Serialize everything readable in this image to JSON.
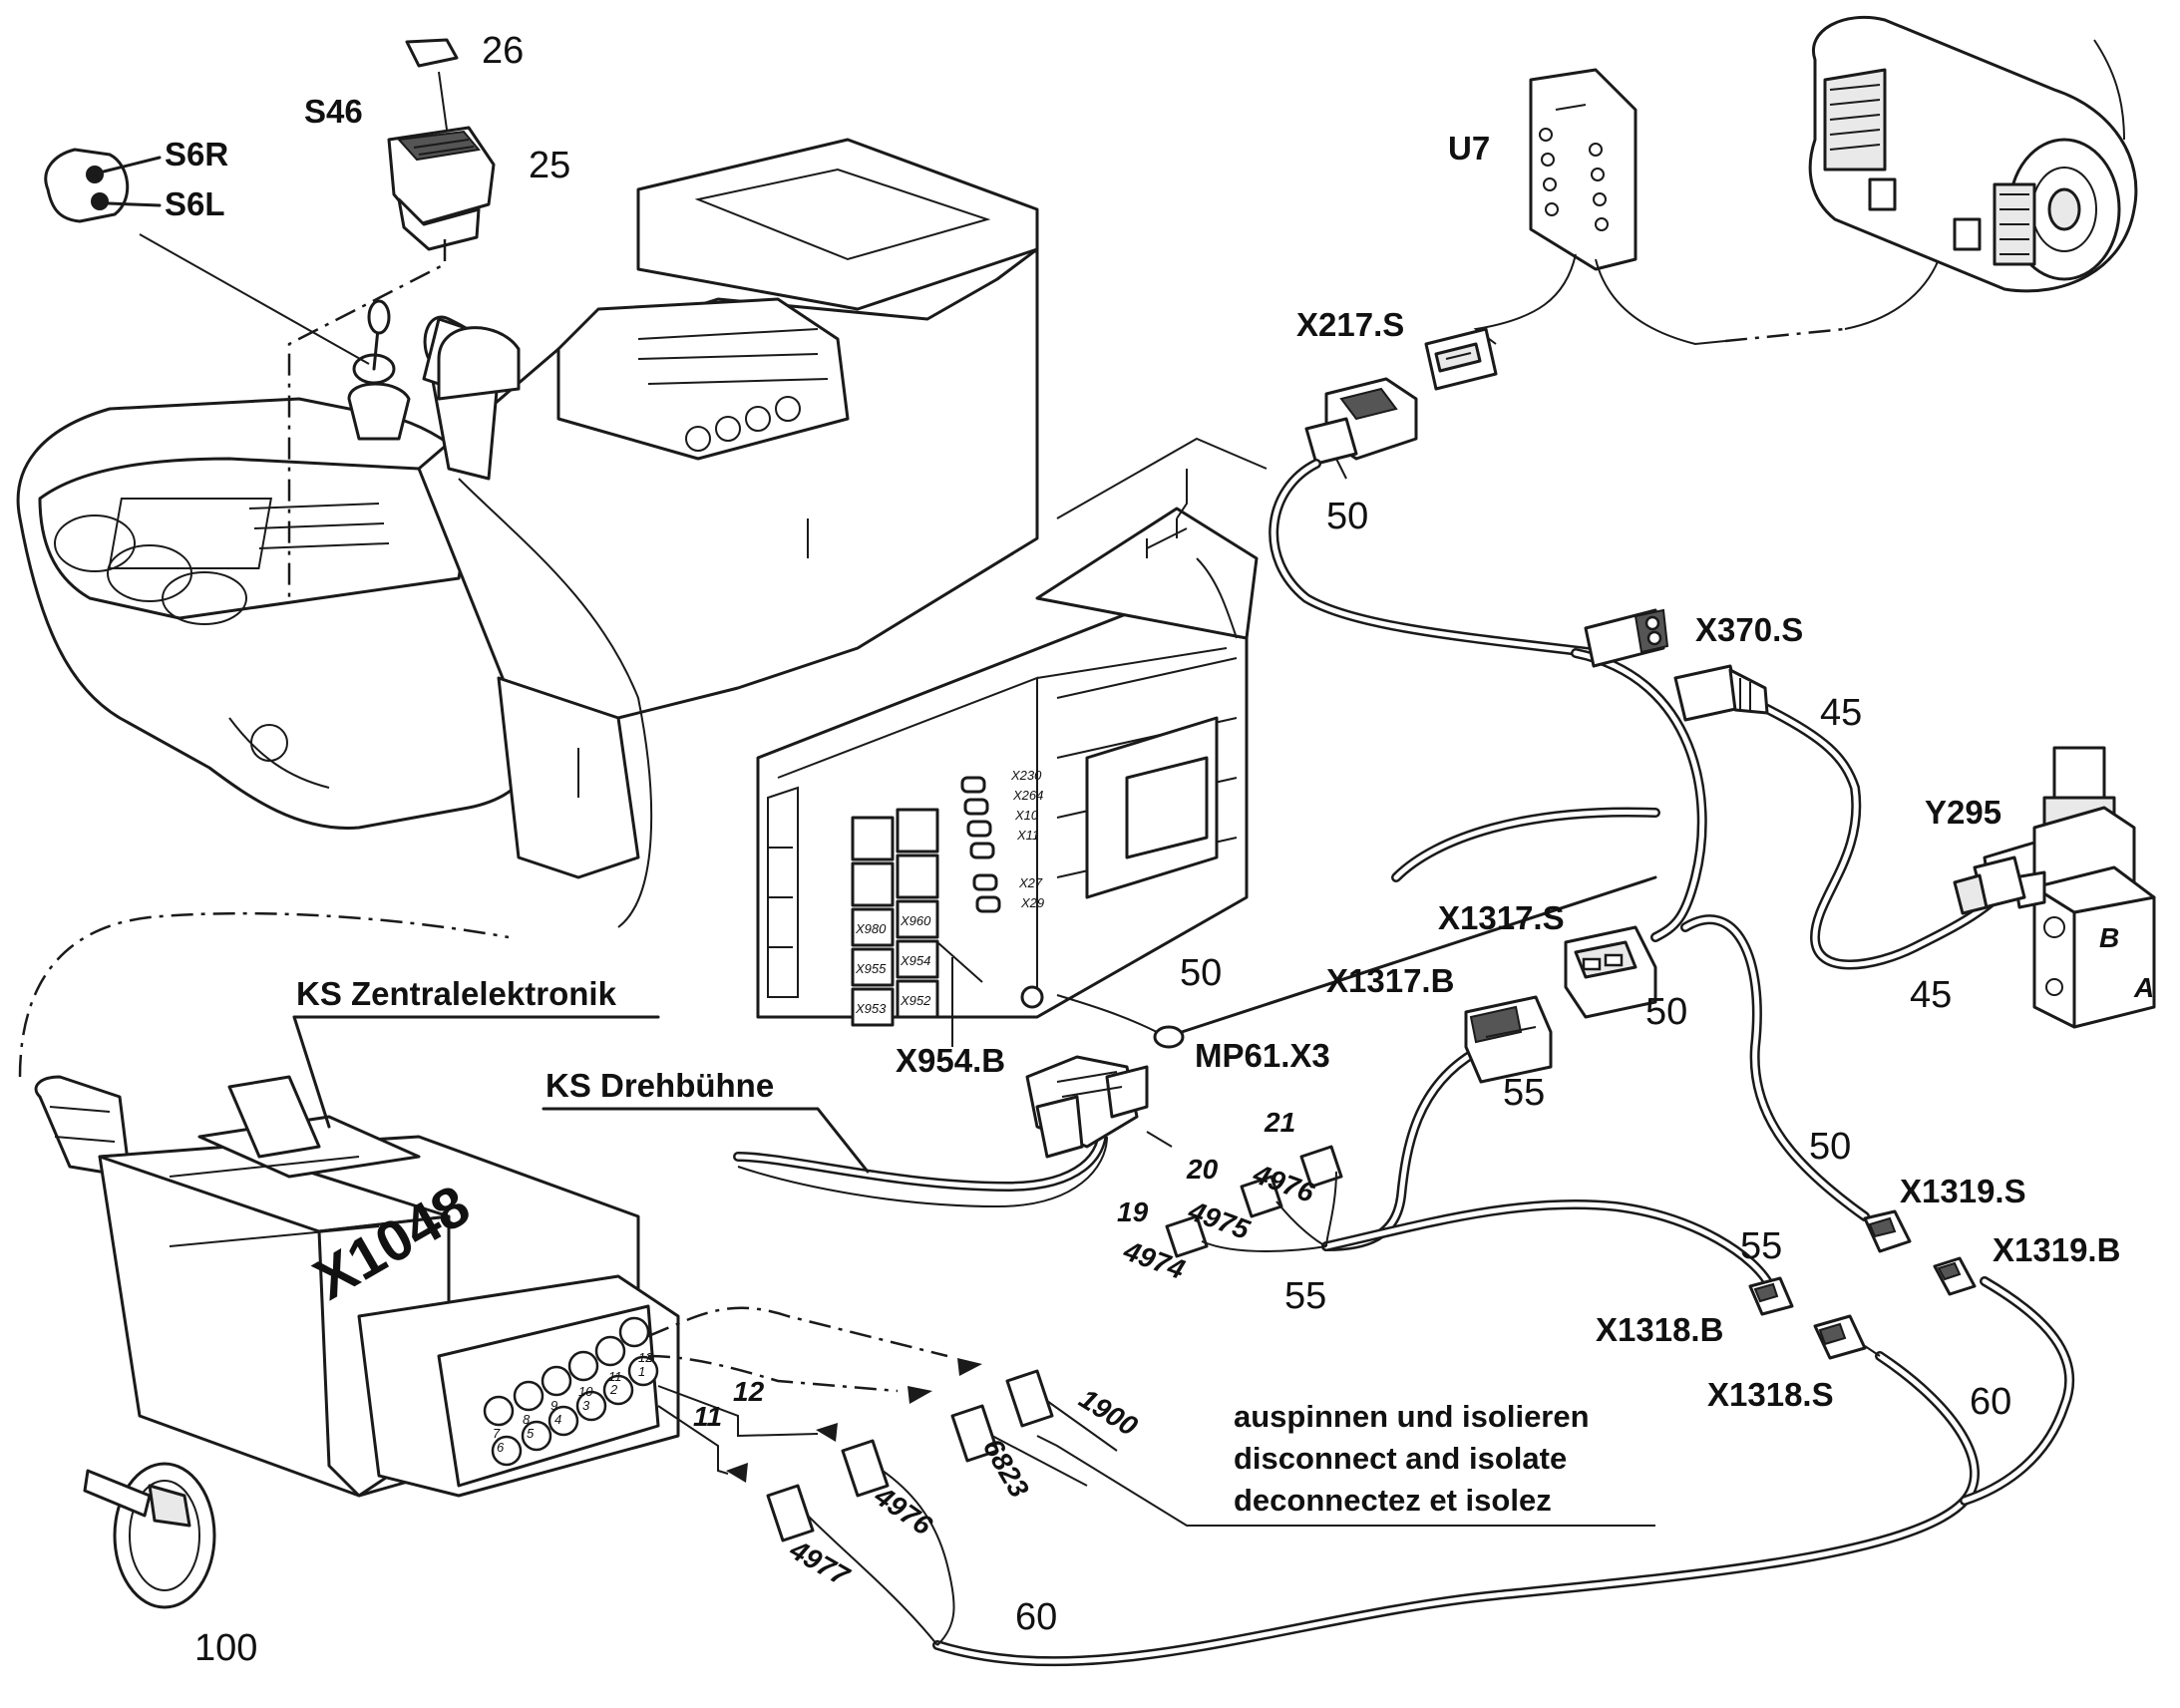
{
  "switch": {
    "label": "S46",
    "cap_item": "26",
    "switch_item": "25"
  },
  "joystick": {
    "pin_r": "S6R",
    "pin_l": "S6L"
  },
  "module": {
    "label": "U7"
  },
  "connectors": {
    "x217s": "X217.S",
    "x370s": "X370.S",
    "y295": "Y295",
    "x1317s": "X1317.S",
    "x1317b": "X1317.B",
    "mp61": "MP61.X3",
    "x954b": "X954.B",
    "x1319s": "X1319.S",
    "x1319b": "X1319.B",
    "x1318b": "X1318.B",
    "x1318s": "X1318.S"
  },
  "relay_box": {
    "slots": [
      "X230",
      "X264",
      "X10",
      "X11",
      "X27",
      "X29"
    ],
    "relays": [
      "X980",
      "X960",
      "X955",
      "X954",
      "X953",
      "X952"
    ]
  },
  "harnesses": {
    "central": "KS Zentralelektronik",
    "turntable": "KS Drehbühne"
  },
  "plug": {
    "label": "X1048",
    "pin_numbers": [
      "12",
      "1",
      "11",
      "2",
      "10",
      "3",
      "9",
      "4",
      "8",
      "5",
      "7",
      "6"
    ]
  },
  "items": {
    "h50a": "50",
    "h45a": "45",
    "h45b": "45",
    "h50b": "50",
    "h50c": "50",
    "h55a": "55",
    "h50d": "50",
    "h55b": "55",
    "h55c": "55",
    "h60a": "60",
    "h60b": "60",
    "tie": "100"
  },
  "pins": {
    "p21": "21",
    "w4976a": "4976",
    "p20": "20",
    "w4975": "4975",
    "p19": "19",
    "w4974": "4974",
    "p12": "12",
    "p11": "11",
    "w1900": "1900",
    "w6823": "6823",
    "w4976b": "4976",
    "w4977": "4977"
  },
  "note": {
    "de": "auspinnen und isolieren",
    "en": "disconnect and isolate",
    "fr": "deconnectez et isolez"
  }
}
